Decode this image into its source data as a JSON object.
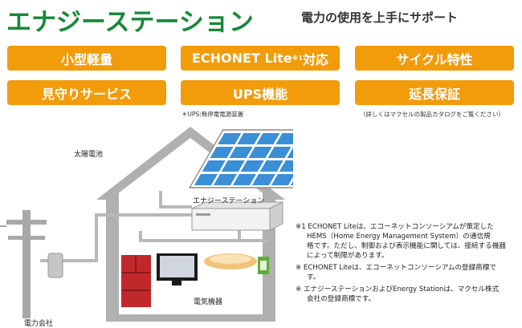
{
  "header": {
    "title": "エナジーステーション",
    "subtitle": "電力の使用を上手にサポート"
  },
  "features": [
    {
      "label": "小型軽量"
    },
    {
      "label": "ECHONET Lite",
      "sup": "※1",
      "suffix": "対応"
    },
    {
      "label": "サイクル特性"
    },
    {
      "label": "見守りサービス"
    },
    {
      "label": "UPS機能"
    },
    {
      "label": "延長保証"
    }
  ],
  "notes": {
    "ups": "＊UPS:無停電電源装置",
    "warranty": "（詳しくはマクセルの製品カタログをご覧ください）"
  },
  "diagram": {
    "solar_label": "太陽電池",
    "station_label": "エナジーステーション",
    "appliances_label": "電気機器",
    "utility_label": "電力会社"
  },
  "footnotes": {
    "fn1_line1": "※1 ECHONET Liteは、エコーネットコンソーシアムが策定した",
    "fn1_line2": "HEMS（Home Energy Management System）の通信規",
    "fn1_line3": "格です。ただし、制御および表示機能に関しては、接続する機器",
    "fn1_line4": "によって制限があります。",
    "fn2_line1": "※ ECHONET Liteは、エコーネットコンソーシアムの登録商標で",
    "fn2_line2": "す。",
    "fn3_line1": "※ エナジーステーションおよびEnergy Stationは、マクセル株式",
    "fn3_line2": "会社の登録商標です。"
  },
  "colors": {
    "title_green": "#18883a",
    "feature_orange": "#f29b0b",
    "house_gray": "#b0b0b0",
    "solar_blue": "#3a8fd6",
    "fridge_red": "#c0282c"
  }
}
